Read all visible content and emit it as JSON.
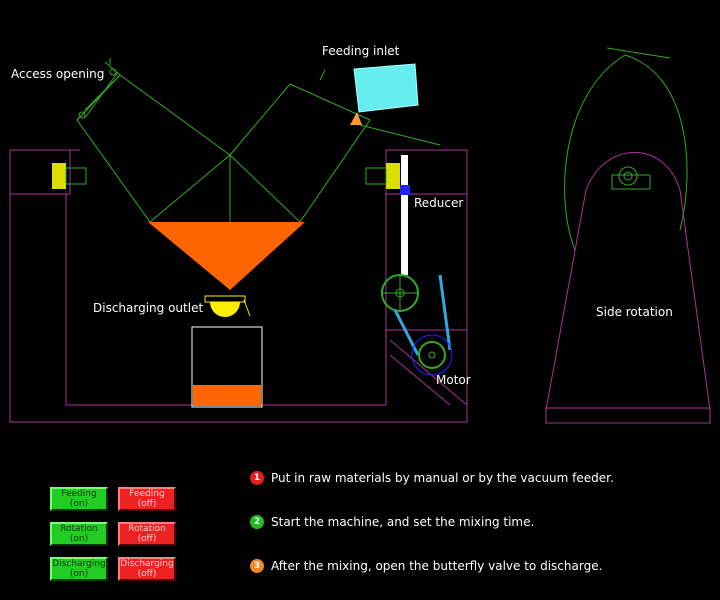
{
  "labels": {
    "access_opening": "Access opening",
    "feeding_inlet": "Feeding inlet",
    "reducer": "Reducer",
    "discharging_outlet": "Discharging outlet",
    "motor": "Motor",
    "side_rotation": "Side rotation"
  },
  "buttons": [
    {
      "line1": "Feeding",
      "line2": "(on)"
    },
    {
      "line1": "Feeding",
      "line2": "(off)"
    },
    {
      "line1": "Rotation",
      "line2": "(on)"
    },
    {
      "line1": "Rotation",
      "line2": "(off)"
    },
    {
      "line1": "Discharging",
      "line2": "(on)"
    },
    {
      "line1": "Discharging",
      "line2": "(off)"
    }
  ],
  "steps": [
    {
      "num": "1",
      "text": "Put in raw materials by manual or by the vacuum feeder.",
      "color": "#e02020"
    },
    {
      "num": "2",
      "text": "Start the machine, and set the mixing time.",
      "color": "#22bb22"
    },
    {
      "num": "3",
      "text": "After the mixing, open the butterfly valve to discharge.",
      "color": "#ee8822"
    }
  ],
  "colors": {
    "frame": "#aa3399",
    "vessel": "#33aa22",
    "material": "#ff6600",
    "hopper": "#66eeee",
    "valve": "#ffee00",
    "motor_belt": "#33aadd"
  }
}
